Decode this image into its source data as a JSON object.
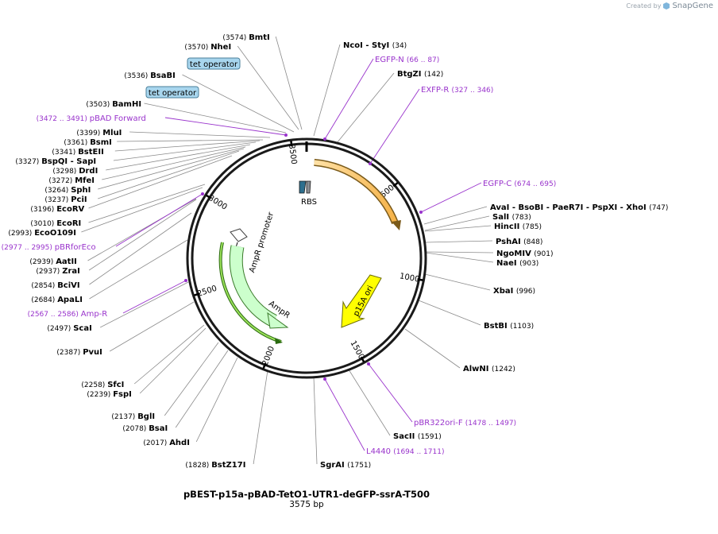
{
  "brand": {
    "created_by": "Created by",
    "app": "SnapGene"
  },
  "plasmid": {
    "name": "pBEST-p15a-pBAD-TetO1-UTR1-deGFP-ssrA-T500",
    "length_label": "3575 bp",
    "length": 3575
  },
  "colors": {
    "primer": "#9933cc",
    "enzyme": "#000000",
    "backbone": "#1a1a1a"
  },
  "ticks": [
    {
      "pos": 500,
      "label": "500"
    },
    {
      "pos": 1000,
      "label": "1000"
    },
    {
      "pos": 1500,
      "label": "1500"
    },
    {
      "pos": 2000,
      "label": "2000"
    },
    {
      "pos": 2500,
      "label": "2500"
    },
    {
      "pos": 3000,
      "label": "3000"
    },
    {
      "pos": 3500,
      "label": "3500"
    }
  ],
  "features": [
    {
      "label": "p15A ori",
      "kind": "yellow-arrow"
    },
    {
      "label": "AmpR promoter",
      "kind": "green-arrow"
    },
    {
      "label": "AmpR",
      "kind": "green-arrow"
    },
    {
      "label": "RBS",
      "kind": "rbs"
    }
  ],
  "boxed_labels": [
    {
      "text": "tet operator"
    },
    {
      "text": "tet operator"
    }
  ],
  "enzymes": [
    {
      "name": "BmtI",
      "pos": "(3574)",
      "side": "left"
    },
    {
      "name": "NheI",
      "pos": "(3570)",
      "side": "left"
    },
    {
      "name": "BsaBI",
      "pos": "(3536)",
      "side": "left"
    },
    {
      "name": "BamHI",
      "pos": "(3503)",
      "side": "left"
    },
    {
      "name": "MluI",
      "pos": "(3399)",
      "side": "left"
    },
    {
      "name": "BsmI",
      "pos": "(3361)",
      "side": "left"
    },
    {
      "name": "BstEII",
      "pos": "(3341)",
      "side": "left"
    },
    {
      "name": "BspQI  - SapI",
      "pos": "(3327)",
      "side": "left"
    },
    {
      "name": "DrdI",
      "pos": "(3298)",
      "side": "left"
    },
    {
      "name": "MfeI",
      "pos": "(3272)",
      "side": "left"
    },
    {
      "name": "SphI",
      "pos": "(3264)",
      "side": "left"
    },
    {
      "name": "PciI",
      "pos": "(3237)",
      "side": "left"
    },
    {
      "name": "EcoRV",
      "pos": "(3196)",
      "side": "left"
    },
    {
      "name": "EcoRI",
      "pos": "(3010)",
      "side": "left"
    },
    {
      "name": "EcoO109I",
      "pos": "(2993)",
      "side": "left"
    },
    {
      "name": "AatII",
      "pos": "(2939)",
      "side": "left"
    },
    {
      "name": "ZraI",
      "pos": "(2937)",
      "side": "left"
    },
    {
      "name": "BciVI",
      "pos": "(2854)",
      "side": "left"
    },
    {
      "name": "ApaLI",
      "pos": "(2684)",
      "side": "left"
    },
    {
      "name": "ScaI",
      "pos": "(2497)",
      "side": "left"
    },
    {
      "name": "PvuI",
      "pos": "(2387)",
      "side": "left"
    },
    {
      "name": "SfcI",
      "pos": "(2258)",
      "side": "left"
    },
    {
      "name": "FspI",
      "pos": "(2239)",
      "side": "left"
    },
    {
      "name": "BglI",
      "pos": "(2137)",
      "side": "left"
    },
    {
      "name": "BsaI",
      "pos": "(2078)",
      "side": "left"
    },
    {
      "name": "AhdI",
      "pos": "(2017)",
      "side": "left"
    },
    {
      "name": "BstZ17I",
      "pos": "(1828)",
      "side": "left"
    },
    {
      "name": "NcoI  - StyI",
      "pos": "(34)",
      "side": "right"
    },
    {
      "name": "BtgZI",
      "pos": "(142)",
      "side": "right"
    },
    {
      "name": "AvaI  - BsoBI  - PaeR7I  - PspXI  - XhoI",
      "pos": "(747)",
      "side": "right"
    },
    {
      "name": "SalI",
      "pos": "(783)",
      "side": "right"
    },
    {
      "name": "HincII",
      "pos": "(785)",
      "side": "right"
    },
    {
      "name": "PshAI",
      "pos": "(848)",
      "side": "right"
    },
    {
      "name": "NgoMIV",
      "pos": "(901)",
      "side": "right"
    },
    {
      "name": "NaeI",
      "pos": "(903)",
      "side": "right"
    },
    {
      "name": "XbaI",
      "pos": "(996)",
      "side": "right"
    },
    {
      "name": "BstBI",
      "pos": "(1103)",
      "side": "right"
    },
    {
      "name": "AlwNI",
      "pos": "(1242)",
      "side": "right"
    },
    {
      "name": "SacII",
      "pos": "(1591)",
      "side": "right"
    },
    {
      "name": "SgrAI",
      "pos": "(1751)",
      "side": "right"
    }
  ],
  "primers": [
    {
      "name": "EGFP-N",
      "range": "(66 .. 87)",
      "side": "right"
    },
    {
      "name": "EXFP-R",
      "range": "(327 .. 346)",
      "side": "right"
    },
    {
      "name": "EGFP-C",
      "range": "(674 .. 695)",
      "side": "right"
    },
    {
      "name": "pBR322ori-F",
      "range": "(1478 .. 1497)",
      "side": "right"
    },
    {
      "name": "L4440",
      "range": "(1694 .. 1711)",
      "side": "right"
    },
    {
      "name": "pBAD Forward",
      "range": "(3472 .. 3491)",
      "side": "left"
    },
    {
      "name": "pBRforEco",
      "range": "(2977 .. 2995)",
      "side": "left"
    },
    {
      "name": "Amp-R",
      "range": "(2567 .. 2586)",
      "side": "left"
    }
  ]
}
